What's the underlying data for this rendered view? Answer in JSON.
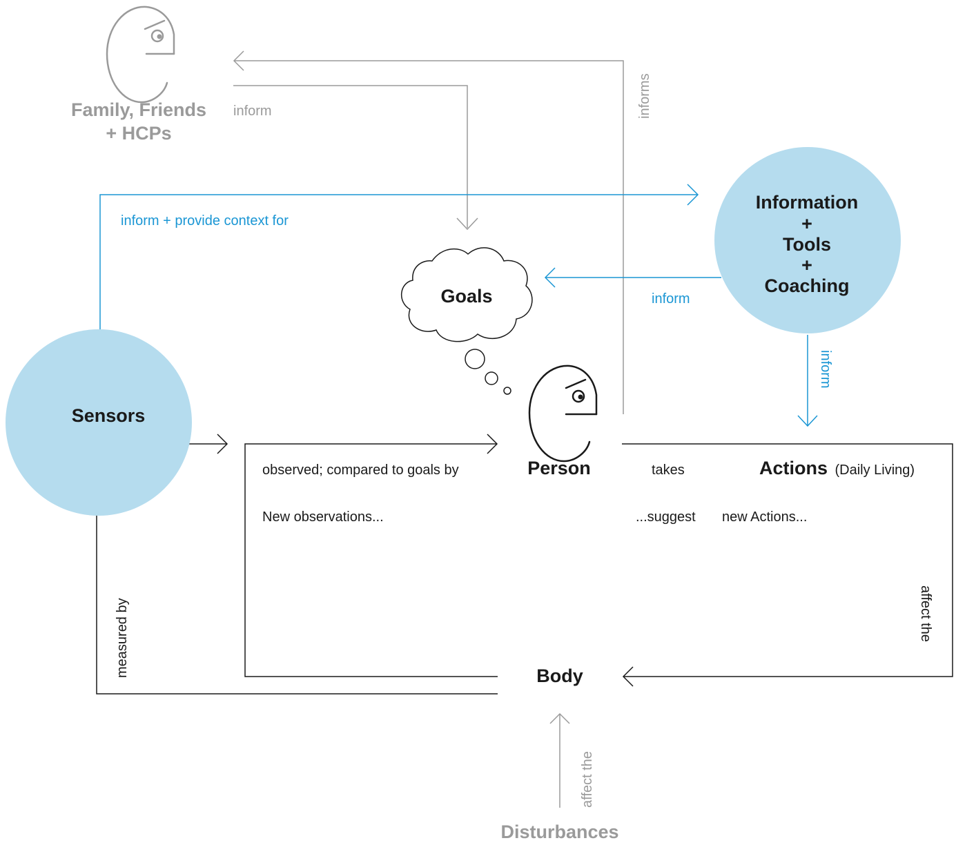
{
  "colors": {
    "black": "#1a1a1a",
    "gray": "#9a9a9a",
    "blue": "#1a96d4",
    "circle_fill": "#b5dcee"
  },
  "nodes": {
    "family": {
      "line1": "Family, Friends",
      "line2": "+ HCPs"
    },
    "information": {
      "line1": "Information",
      "plus1": "+",
      "line2": "Tools",
      "plus2": "+",
      "line3": "Coaching"
    },
    "goals": "Goals",
    "sensors": "Sensors",
    "person": "Person",
    "actions": "Actions",
    "actions_sub": "(Daily Living)",
    "body": "Body",
    "disturbances": "Disturbances"
  },
  "labels": {
    "family_inform": "inform",
    "informs_vertical": "informs",
    "sensors_context": "inform + provide context for",
    "info_inform_goals": "inform",
    "info_inform_actions": "inform",
    "observed": "observed; compared to goals by",
    "takes": "takes",
    "new_observations": "New observations...",
    "suggest": "...suggest",
    "new_actions": "new Actions...",
    "measured_by": "measured by",
    "affect_the_right": "affect the",
    "affect_the_bottom": "affect the"
  },
  "icons": [
    "face-icon",
    "thought-cloud-icon"
  ]
}
